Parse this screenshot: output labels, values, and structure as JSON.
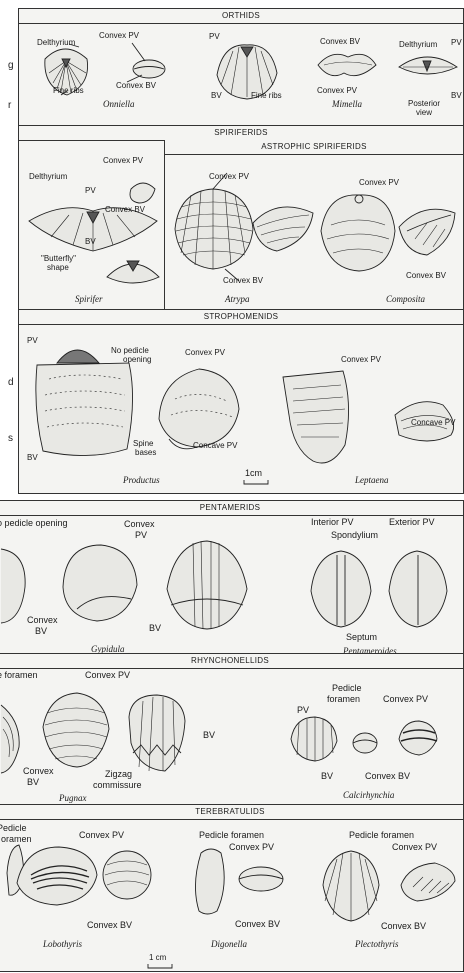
{
  "side_text": [
    "g",
    "r",
    "d",
    "s"
  ],
  "orthids": {
    "header": "ORTHIDS",
    "labels": [
      "Delthyrium",
      "Convex PV",
      "Fine ribs",
      "Convex BV",
      "PV",
      "BV",
      "Fine ribs",
      "Convex BV",
      "Convex PV",
      "Delthyrium",
      "PV",
      "BV",
      "Posterior",
      "view"
    ],
    "captions": [
      "Onniella",
      "Mimella"
    ]
  },
  "spiriferids": {
    "header": "SPIRIFERIDS",
    "labels": [
      "Convex PV",
      "Delthyrium",
      "PV",
      "Convex BV",
      "BV",
      "\"Butterfly\"",
      "shape"
    ],
    "caption": "Spirifer"
  },
  "astrophic": {
    "header": "ASTROPHIC  SPIRIFERIDS",
    "labels": [
      "Convex PV",
      "Convex BV",
      "Convex PV",
      "Convex BV"
    ],
    "captions": [
      "Atrypa",
      "Composita"
    ]
  },
  "strophomenids": {
    "header": "STROPHOMENIDS",
    "labels": [
      "PV",
      "No pedicle",
      "opening",
      "Convex PV",
      "Spine",
      "bases",
      "Concave PV",
      "BV",
      "Convex PV",
      "Concave PV"
    ],
    "captions": [
      "Productus",
      "Leptaena"
    ],
    "scale": "1cm"
  },
  "pentamerids": {
    "header": "PENTAMERIDS",
    "labels": [
      "o pedicle opening",
      "Convex",
      "PV",
      "Convex",
      "BV",
      "BV",
      "Interior PV",
      "Exterior PV",
      "Spondylium",
      "Septum"
    ],
    "captions": [
      "Gypidula",
      "Pentameroides"
    ]
  },
  "rhynchonellids": {
    "header": "RHYNCHONELLIDS",
    "labels": [
      "e foramen",
      "Convex PV",
      "Convex",
      "BV",
      "Zigzag",
      "commissure",
      "BV",
      "Pedicle",
      "foramen",
      "PV",
      "Convex PV",
      "BV",
      "Convex BV"
    ],
    "captions": [
      "Pugnax",
      "Calcirhynchia"
    ]
  },
  "terebratulids": {
    "header": "TEREBRATULIDS",
    "labels": [
      "Pedicle",
      "oramen",
      "Convex PV",
      "Convex BV",
      "Pedicle foramen",
      "Convex PV",
      "Convex BV",
      "Pedicle foramen",
      "Convex PV",
      "Convex BV"
    ],
    "captions": [
      "Lobothyris",
      "Digonella",
      "Plectothyris"
    ],
    "scale": "1 cm"
  }
}
